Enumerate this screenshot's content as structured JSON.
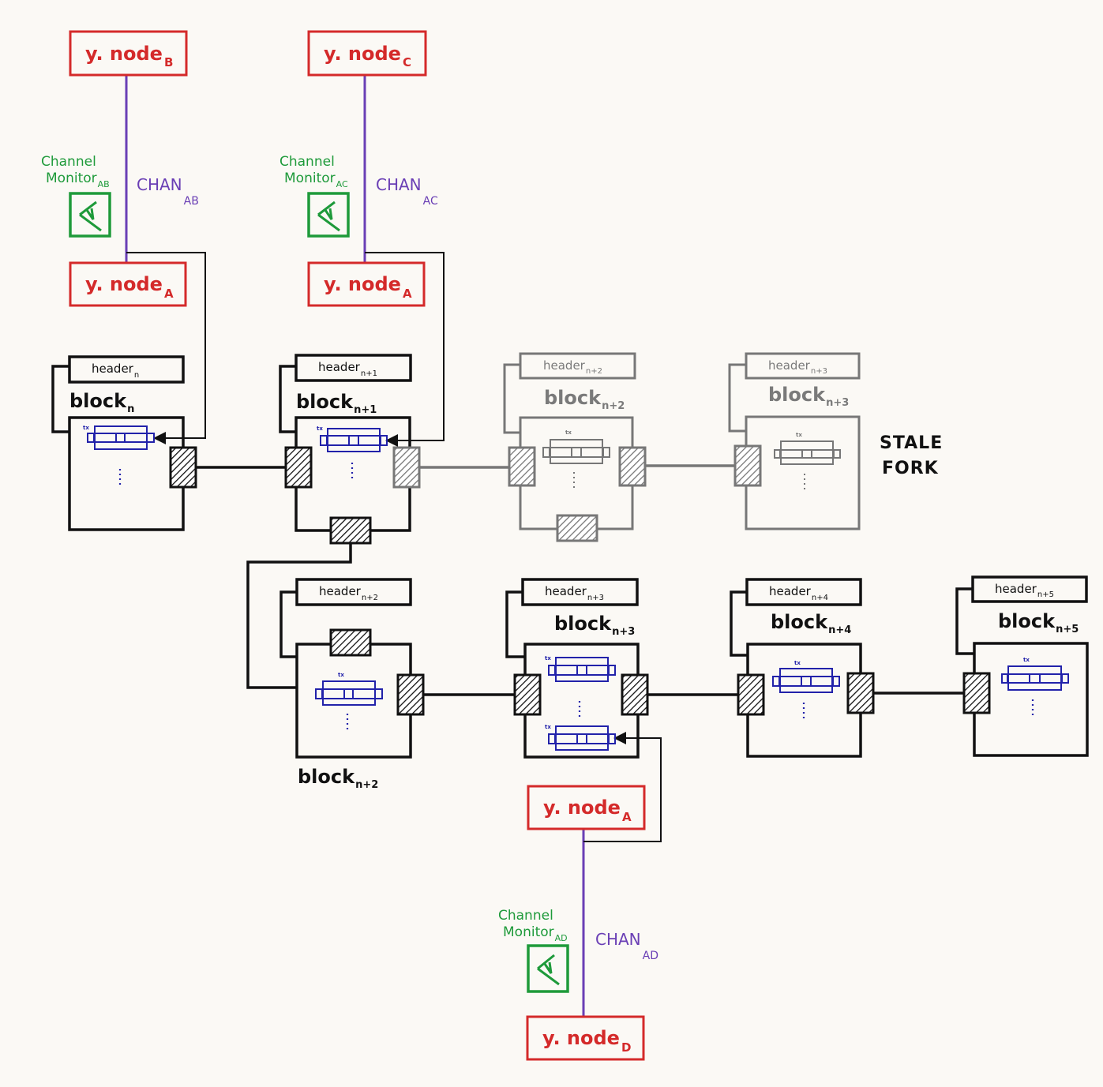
{
  "nodes": {
    "b_top": {
      "main": "y. node",
      "sub": "B"
    },
    "c_top": {
      "main": "y. node",
      "sub": "C"
    },
    "a_left": {
      "main": "y. node",
      "sub": "A"
    },
    "a_mid": {
      "main": "y. node",
      "sub": "A"
    },
    "a_bottom": {
      "main": "y. node",
      "sub": "A"
    },
    "d_bottom": {
      "main": "y. node",
      "sub": "D"
    }
  },
  "channels": {
    "ab": {
      "main": "CHAN",
      "sub": "AB",
      "monitor_line1": "Channel",
      "monitor_line2": "Monitor",
      "monitor_sub": "AB"
    },
    "ac": {
      "main": "CHAN",
      "sub": "AC",
      "monitor_line1": "Channel",
      "monitor_line2": "Monitor",
      "monitor_sub": "AC"
    },
    "ad": {
      "main": "CHAN",
      "sub": "AD",
      "monitor_line1": "Channel",
      "monitor_line2": "Monitor",
      "monitor_sub": "AD"
    }
  },
  "blocks": {
    "n": {
      "header": "header",
      "header_sub": "n",
      "label": "block",
      "label_sub": "n"
    },
    "n1": {
      "header": "header",
      "header_sub": "n+1",
      "label": "block",
      "label_sub": "n+1"
    },
    "n2_stale": {
      "header": "header",
      "header_sub": "n+2",
      "label": "block",
      "label_sub": "n+2"
    },
    "n3_stale": {
      "header": "header",
      "header_sub": "n+3",
      "label": "block",
      "label_sub": "n+3"
    },
    "n2": {
      "header": "header",
      "header_sub": "n+2",
      "label": "block",
      "label_sub": "n+2"
    },
    "n3": {
      "header": "header",
      "header_sub": "n+3",
      "label": "block",
      "label_sub": "n+3"
    },
    "n4": {
      "header": "header",
      "header_sub": "n+4",
      "label": "block",
      "label_sub": "n+4"
    },
    "n5": {
      "header": "header",
      "header_sub": "n+5",
      "label": "block",
      "label_sub": "n+5"
    }
  },
  "tx_label": "tx",
  "fork": {
    "line1": "STALE",
    "line2": "FORK"
  },
  "colors": {
    "node": "#d42a2a",
    "channel_line": "#6a3fb5",
    "monitor": "#1e9a3a",
    "tx": "#2222aa",
    "block": "#111111",
    "stale": "#7a7a7a",
    "background": "#fbf9f5"
  }
}
